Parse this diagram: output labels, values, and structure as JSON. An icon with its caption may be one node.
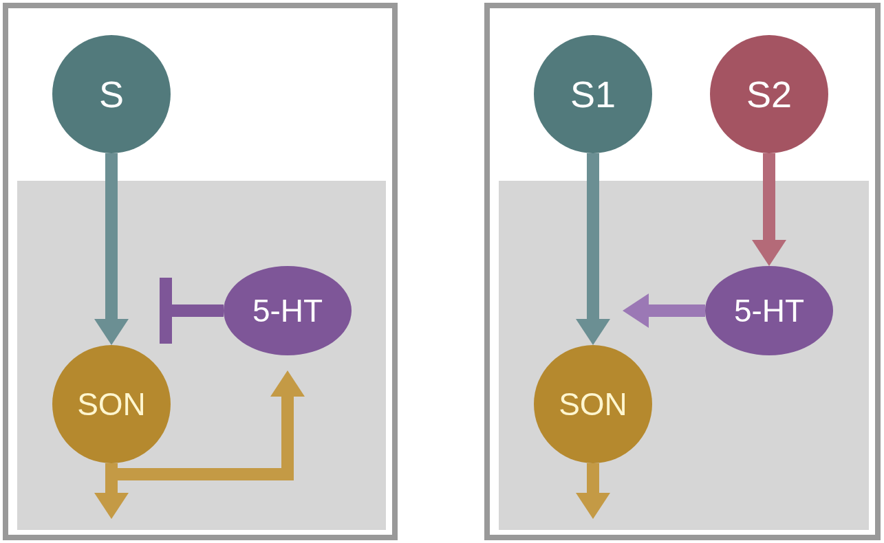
{
  "diagram": {
    "nodes": [
      {
        "text": [],
        "shape": "box"
      },
      {
        "text": [
          "S"
        ],
        "in": 0
      },
      {
        "text": [
          "SON"
        ],
        "in": 0
      },
      {
        "text": [
          "5-HT"
        ],
        "in": 0
      },
      {
        "text": [],
        "shape": "box"
      },
      {
        "text": [
          "S1"
        ],
        "in": 4
      },
      {
        "text": [
          "S2"
        ],
        "in": 4
      },
      {
        "text": [
          "5-HT"
        ],
        "in": 4
      },
      {
        "text": [
          "SON"
        ],
        "in": 4
      }
    ],
    "edges": [
      {
        "from": 1,
        "to": 2,
        "arrow": "to",
        "color": "#6b8f93"
      },
      {
        "from": 3,
        "to": 2,
        "arrow": "other",
        "color": "#7e5698"
      },
      {
        "from": 2,
        "to": 3,
        "arrow": "to",
        "color": "#c49a45"
      },
      {
        "from": 2,
        "to": null,
        "arrow": "to",
        "color": "#c49a45"
      },
      {
        "from": 5,
        "to": 8,
        "arrow": "to",
        "color": "#6b8f93"
      },
      {
        "from": 6,
        "to": 7,
        "arrow": "to",
        "color": "#b46a78"
      },
      {
        "from": 7,
        "to": 8,
        "arrow": "to",
        "color": "#9b78b5"
      },
      {
        "from": 8,
        "to": null,
        "arrow": "to",
        "color": "#c49a45"
      }
    ]
  }
}
